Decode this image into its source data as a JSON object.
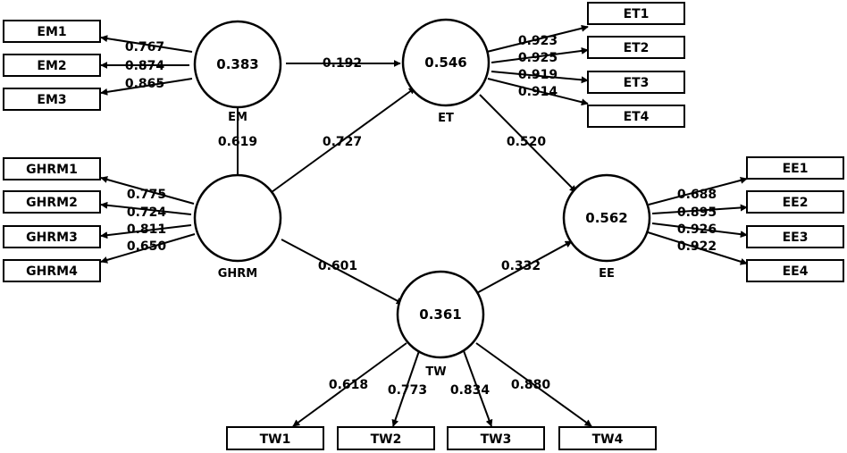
{
  "latent_variables": {
    "EM": {
      "name": "EM",
      "r2": "0.383"
    },
    "ET": {
      "name": "ET",
      "r2": "0.546"
    },
    "GHRM": {
      "name": "GHRM",
      "r2": ""
    },
    "EE": {
      "name": "EE",
      "r2": "0.562"
    },
    "TW": {
      "name": "TW",
      "r2": "0.361"
    }
  },
  "indicators": {
    "EM1": "EM1",
    "EM2": "EM2",
    "EM3": "EM3",
    "GHRM1": "GHRM1",
    "GHRM2": "GHRM2",
    "GHRM3": "GHRM3",
    "GHRM4": "GHRM4",
    "ET1": "ET1",
    "ET2": "ET2",
    "ET3": "ET3",
    "ET4": "ET4",
    "EE1": "EE1",
    "EE2": "EE2",
    "EE3": "EE3",
    "EE4": "EE4",
    "TW1": "TW1",
    "TW2": "TW2",
    "TW3": "TW3",
    "TW4": "TW4"
  },
  "loadings": {
    "EM1": "0.767",
    "EM2": "0.874",
    "EM3": "0.865",
    "GHRM1": "0.775",
    "GHRM2": "0.724",
    "GHRM3": "0.811",
    "GHRM4": "0.650",
    "ET1": "0.923",
    "ET2": "0.925",
    "ET3": "0.919",
    "ET4": "0.914",
    "EE1": "0.688",
    "EE2": "0.895",
    "EE3": "0.926",
    "EE4": "0.922",
    "TW1": "0.618",
    "TW2": "0.773",
    "TW3": "0.834",
    "TW4": "0.880"
  },
  "paths": {
    "GHRM_EM": "0.619",
    "EM_ET": "0.192",
    "GHRM_ET": "0.727",
    "ET_EE": "0.520",
    "GHRM_TW": "0.601",
    "TW_EE": "0.332"
  }
}
